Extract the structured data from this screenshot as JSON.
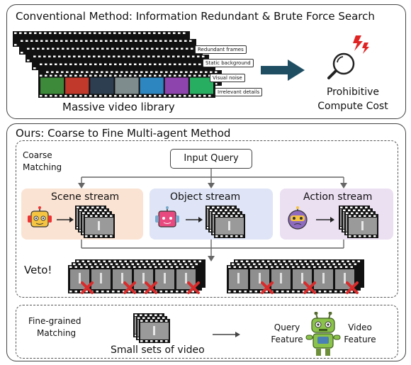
{
  "top": {
    "title": "Conventional Method: Information Redundant & Brute Force Search",
    "library_label": "Massive video library",
    "tags": [
      "Redundant frames",
      "Static background",
      "Visual noise",
      "Irrelevant details"
    ],
    "cost_label_line1": "Prohibitive",
    "cost_label_line2": "Compute Cost"
  },
  "bottom": {
    "title": "Ours: Coarse to Fine Multi-agent Method",
    "coarse_label_line1": "Coarse",
    "coarse_label_line2": "Matching",
    "input_query": "Input Query",
    "streams": [
      {
        "label": "Scene stream",
        "color": "#fbe3d3"
      },
      {
        "label": "Object stream",
        "color": "#dfe5f6"
      },
      {
        "label": "Action stream",
        "color": "#ebdff2"
      }
    ],
    "veto_label": "Veto!",
    "fine_label_line1": "Fine-grained",
    "fine_label_line2": "Matching",
    "small_sets_label": "Small sets of video",
    "query_feature_line1": "Query",
    "query_feature_line2": "Feature",
    "video_feature_line1": "Video",
    "video_feature_line2": "Feature"
  },
  "colors": {
    "arrow_teal": "#1f4e63",
    "cross_red": "#d92b2b",
    "bolt_red": "#e02424",
    "robot_green": "#8bc34a"
  }
}
